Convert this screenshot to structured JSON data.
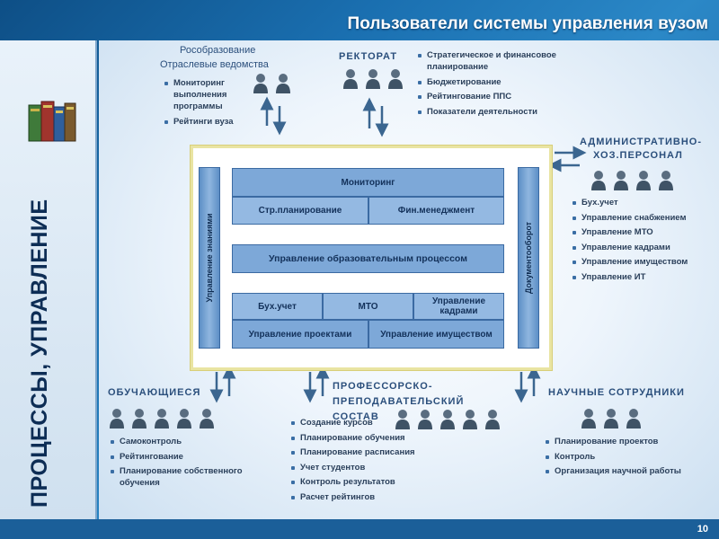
{
  "header": {
    "title": "Пользователи системы управления вузом"
  },
  "side": {
    "vertical_title": "ПРОЦЕССЫ, УПРАВЛЕНИЕ",
    "books_icon": "books-icon"
  },
  "rosobr": {
    "line1": "Рособразование",
    "line2": "Отраслевые ведомства",
    "items": [
      "Мониторинг выполнения программы",
      "Рейтинги вуза"
    ]
  },
  "rektorat": {
    "title": "РЕКТОРАТ",
    "items": [
      "Стратегическое и финансовое планирование",
      "Бюджетирование",
      "Рейтингование ППС",
      "Показатели деятельности"
    ]
  },
  "admin": {
    "line1": "АДМИНИСТРАТИВНО-",
    "line2": "ХОЗ.ПЕРСОНАЛ",
    "items": [
      "Бух.учет",
      "Управление снабжением",
      "Управление МТО",
      "Управление кадрами",
      "Управление имуществом",
      "Управление ИТ"
    ]
  },
  "central": {
    "left_bar": "Управление знаниями",
    "right_bar": "Документооборот",
    "monitoring": "Мониторинг",
    "str_planning": "Стр.планирование",
    "fin_management": "Фин.менеджмент",
    "edu_process": "Управление образовательным процессом",
    "buh": "Бух.учет",
    "mto": "МТО",
    "kadry": "Управление кадрами",
    "projects": "Управление проектами",
    "property": "Управление имуществом"
  },
  "students": {
    "title": "ОБУЧАЮЩИЕСЯ",
    "items": [
      "Самоконтроль",
      "Рейтингование",
      "Планирование собственного обучения"
    ]
  },
  "pps": {
    "line1": "ПРОФЕССОРСКО-",
    "line2": "ПРЕПОДАВАТЕЛЬСКИЙ",
    "line3": "СОСТАВ",
    "items": [
      "Создание курсов",
      "Планирование обучения",
      "Планирование расписания",
      "Учет студентов",
      "Контроль результатов",
      "Расчет рейтингов"
    ]
  },
  "science": {
    "title": "НАУЧНЫЕ СОТРУДНИКИ",
    "items": [
      "Планирование проектов",
      "Контроль",
      "Организация научной работы"
    ]
  },
  "footer": {
    "page": "10"
  },
  "colors": {
    "accent": "#1a6fb0",
    "box": "#7da8d8",
    "frame": "#e9e4a2",
    "text": "#2b4f7c"
  }
}
